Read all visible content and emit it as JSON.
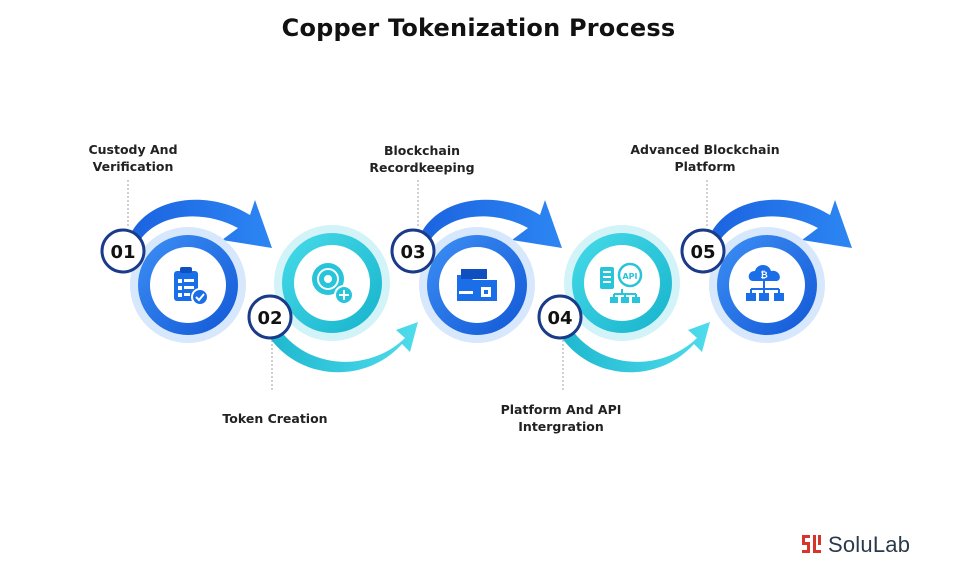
{
  "title": "Copper Tokenization Process",
  "colors": {
    "blue": "#1a6fe8",
    "blue_light": "#cfe2fb",
    "cyan": "#28c4d9",
    "cyan_light": "#c9f1f6",
    "number_ring": "#1a3a8a"
  },
  "steps": [
    {
      "number": "01",
      "label_lines": [
        "Custody And",
        "Verification"
      ],
      "icon": "clipboard-verification-icon",
      "theme": "blue"
    },
    {
      "number": "02",
      "label_lines": [
        "Token Creation"
      ],
      "icon": "token-add-icon",
      "theme": "cyan"
    },
    {
      "number": "03",
      "label_lines": [
        "Blockchain",
        "Recordkeeping"
      ],
      "icon": "folder-chip-icon",
      "theme": "blue"
    },
    {
      "number": "04",
      "label_lines": [
        "Platform And API",
        "Intergration"
      ],
      "icon": "api-network-icon",
      "theme": "cyan"
    },
    {
      "number": "05",
      "label_lines": [
        "Advanced Blockchain",
        "Platform"
      ],
      "icon": "cloud-bitcoin-network-icon",
      "theme": "blue"
    }
  ],
  "brand": {
    "name": "SoluLab"
  }
}
